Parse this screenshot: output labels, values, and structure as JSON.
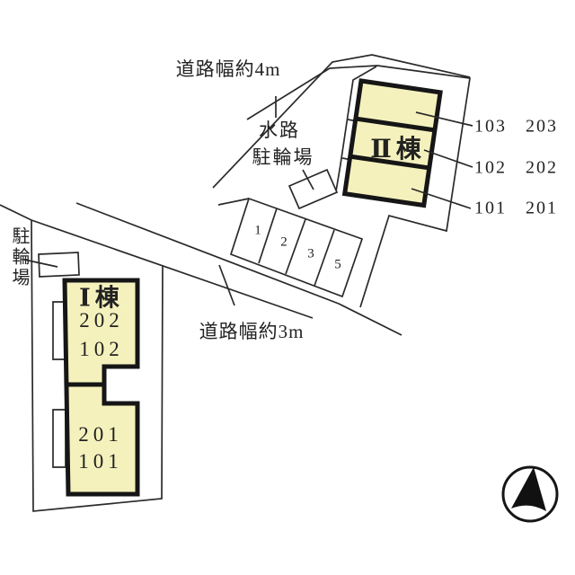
{
  "colors": {
    "background": "#ffffff",
    "building_fill": "#f5f1bd",
    "building_border": "#161616",
    "thin_line": "#2a2a2a",
    "text": "#222222"
  },
  "labels": {
    "road_top": "道路幅約4m",
    "road_bottom": "道路幅約3m",
    "waterway": "水路",
    "bike_parking_top": "駐輪場",
    "bike_parking_left": "駐輪場"
  },
  "building_1": {
    "name": "Ⅰ棟",
    "upper_section_units": [
      "202",
      "102"
    ],
    "lower_section_units": [
      "201",
      "101"
    ]
  },
  "building_2": {
    "name": "Ⅱ棟",
    "unit_rows": [
      "103 203",
      "102 202",
      "101 201"
    ]
  },
  "parking": {
    "spaces": [
      "1",
      "2",
      "3",
      "5"
    ]
  },
  "compass": {
    "direction": "north"
  }
}
